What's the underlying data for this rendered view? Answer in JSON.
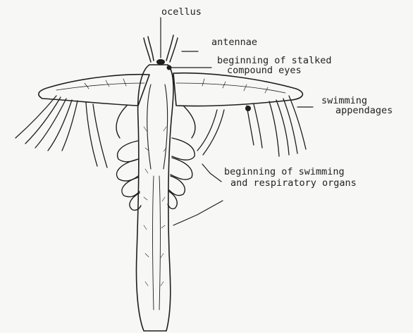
{
  "figure": {
    "labels": {
      "ocellus": "ocellus",
      "antennae": "antennae",
      "stalked_eyes_line1": "beginning of stalked",
      "stalked_eyes_line2": "compound eyes",
      "swimming_app_line1": "swimming",
      "swimming_app_line2": "appendages",
      "organs_line1": "beginning of swimming",
      "organs_line2": "and respiratory organs"
    },
    "colors": {
      "ink": "#1e1e1e",
      "paper": "#f7f7f5"
    }
  }
}
